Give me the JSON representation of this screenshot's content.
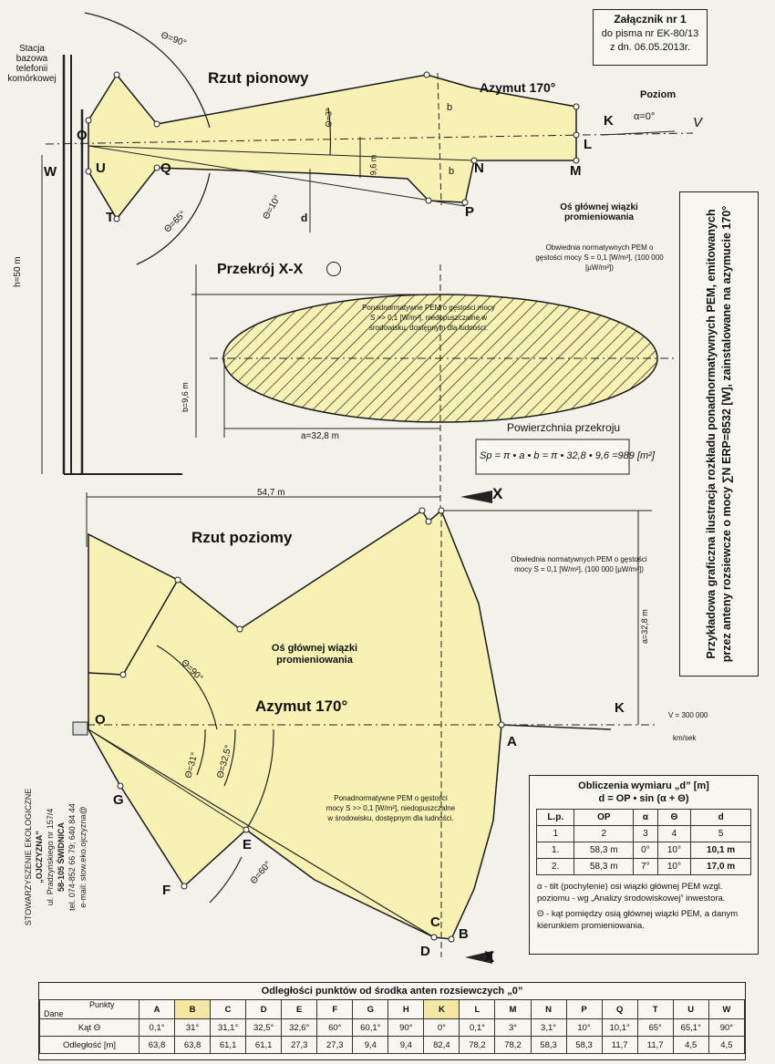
{
  "attachment": {
    "title": "Załącznik nr 1",
    "line2": "do pisma nr EK-80/13",
    "line3": "z dn. 06.05.2013r."
  },
  "side_title": "Przykładowa graficzna ilustracja rozkładu ponadnormatywnych PEM, emitowanych przez anteny rozsiewcze o mocy ∑N ERP=8532 [W], zainstalowane na azymucie 170°",
  "vertical_view": {
    "title": "Rzut pionowy",
    "azimuth": "Azymut 170°",
    "level": "Poziom",
    "alpha": "α=0°",
    "station": "Stacja bazowa telefonii komórkowej",
    "height": "h=50 m",
    "theta90": "Θ=90°",
    "theta3": "Θ=3°",
    "theta10": "Θ=10°",
    "theta65": "Θ=65°",
    "d_label": "d",
    "b_label": "b",
    "b_label2": "b",
    "b96": "9,6 m",
    "points": {
      "O": "O",
      "W": "W",
      "U": "U",
      "Q": "Q",
      "T": "T",
      "N": "N",
      "P": "P",
      "M": "M",
      "L": "L",
      "K": "K",
      "V": "V"
    },
    "axis_note": "Oś głównej wiązki promieniowania",
    "envelope_note": "Obwiednia normatywnych PEM o gęstości mocy S = 0,1 [W/m²], (100 000 [µW/m²])"
  },
  "cross_section": {
    "title": "Przekrój X-X",
    "note": "Ponadnormatywne PEM o gęstości mocy S >> 0,1 [W/m²], niedopuszczalne w środowisku, dostępnym dla ludności.",
    "b_dim": "b=9,6 m",
    "a_dim": "a=32,8 m",
    "area_title": "Powierzchnia przekroju",
    "area_formula": "Sp = π • a • b = π • 32,8 • 9,6 =989 [m²]",
    "dist547": "54,7 m",
    "x_mark": "X"
  },
  "horizontal_view": {
    "title": "Rzut poziomy",
    "azimuth": "Azymut 170°",
    "axis_note": "Oś głównej wiązki promieniowania",
    "envelope_note": "Obwiednia normatywnych PEM o gęstości mocy S = 0,1 [W/m²], (100 000 [µW/m²])",
    "pem_note": "Ponadnormatywne PEM o gęstości mocy S >> 0,1 [W/m²], niedopuszczalne w środowisku, dostępnym dla ludności.",
    "a_dim": "a=32,8 m",
    "speed": "V = 300 000",
    "speed_unit": "km/sek",
    "theta90": "Θ=90°",
    "theta31": "Θ=31°",
    "theta325": "Θ=32,5°",
    "theta60": "Θ=60°",
    "points": {
      "O": "O",
      "A": "A",
      "K": "K",
      "G": "G",
      "E": "E",
      "F": "F",
      "C": "C",
      "B": "B",
      "D": "D"
    },
    "x_mark": "X"
  },
  "stamp": {
    "line1": "STOWARZYSZENIE EKOLOGICZNE",
    "line2": "„OJCZYZNA”",
    "line3": "ul. Pradzyńskiego nr 157/4",
    "line4": "58-105 ŚWIDNICA",
    "line5": "tel. 074-852 66 79; 640 84 44",
    "line6": "e-mail: stow.eko.ojczyzna@"
  },
  "calc": {
    "title": "Obliczenia wymiaru „d” [m]",
    "formula": "d = OP • sin (α + Θ)",
    "headers": [
      "L.p.",
      "OP",
      "α",
      "Θ",
      "d"
    ],
    "colnums": [
      "1",
      "2",
      "3",
      "4",
      "5"
    ],
    "rows": [
      [
        "1.",
        "58,3 m",
        "0°",
        "10°",
        "10,1 m"
      ],
      [
        "2.",
        "58,3 m",
        "7°",
        "10°",
        "17,0 m"
      ]
    ],
    "note_alpha": "α - tilt (pochylenie) osi wiązki głównej PEM wzgl. poziomu - wg „Analizy środowiskowej” inwestora.",
    "note_theta": "Θ - kąt pomiędzy osią głównej wiązki PEM, a danym kierunkiem promieniowania."
  },
  "distances": {
    "title": "Odległości punktów od środka anten rozsiewczych „0”",
    "header_points": "Punkty",
    "header_data": "Dane",
    "points": [
      "A",
      "B",
      "C",
      "D",
      "E",
      "F",
      "G",
      "H",
      "K",
      "L",
      "M",
      "N",
      "P",
      "Q",
      "T",
      "U",
      "W"
    ],
    "angle_label": "Kąt Θ",
    "angles": [
      "0,1°",
      "31°",
      "31,1°",
      "32,5°",
      "32,6°",
      "60°",
      "60,1°",
      "90°",
      "0°",
      "0,1°",
      "3°",
      "3,1°",
      "10°",
      "10,1°",
      "65°",
      "65,1°",
      "90°"
    ],
    "dist_label": "Odległość [m]",
    "distances": [
      "63,8",
      "63,8",
      "61,1",
      "61,1",
      "27,3",
      "27,3",
      "9,4",
      "9,4",
      "82,4",
      "78,2",
      "78,2",
      "58,3",
      "58,3",
      "11,7",
      "11,7",
      "4,5",
      "4,5"
    ]
  },
  "colors": {
    "fill": "#f7f1b4",
    "line": "#1a1a1a",
    "paper": "#f3f1e9"
  }
}
